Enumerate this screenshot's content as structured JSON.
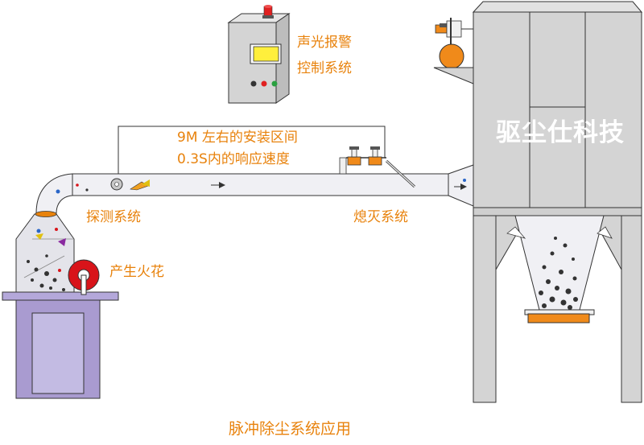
{
  "labels": {
    "alarm_line1": "声光报警",
    "alarm_line2": "控制系统",
    "spec_line1": "9M 左右的安装区间",
    "spec_line2": "0.3S内的响应速度",
    "detect": "探测系统",
    "extinguish": "熄灭系统",
    "spark": "产生火花",
    "brand": "驱尘仕科技",
    "caption": "脉冲除尘系统应用"
  },
  "colors": {
    "label_orange": "#e8820c",
    "cabinet_gray": "#d4d4d4",
    "outline_dark": "#333333",
    "machine_purple": "#a99bd0",
    "spark_red": "#d8141a",
    "valve_orange": "#f08a1a",
    "alarm_light_red": "#e02020",
    "screen_yellow": "#ffef3c",
    "duct_light": "#f0f0f4"
  }
}
